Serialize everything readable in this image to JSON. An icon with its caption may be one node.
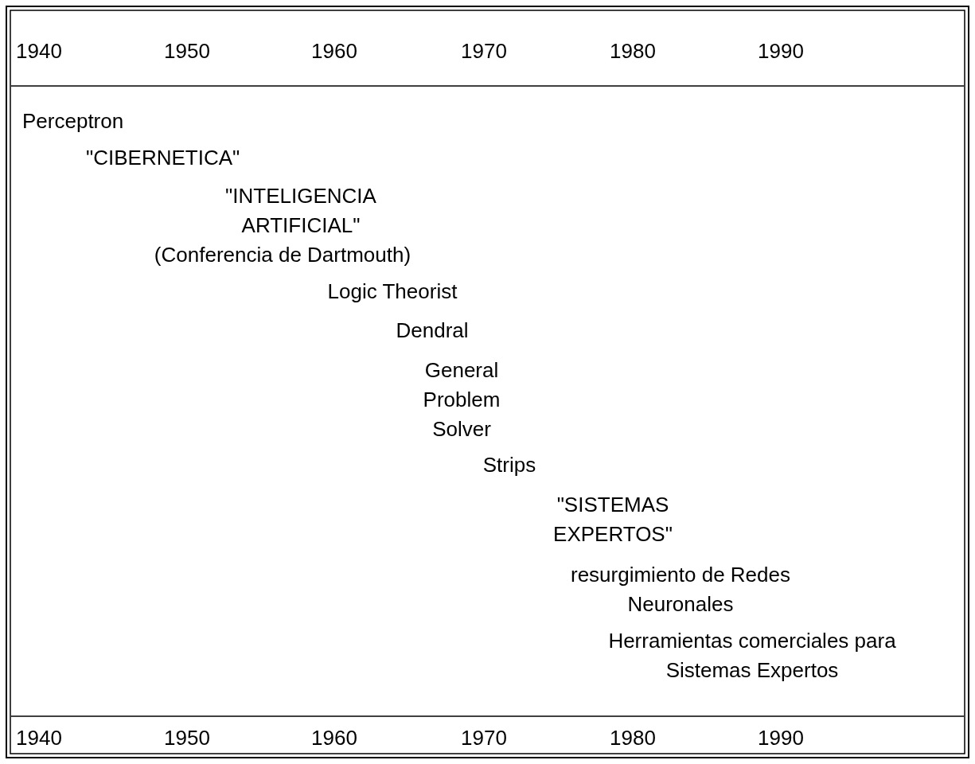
{
  "diagram": {
    "labels": [
      "1940",
      "1950",
      "1960",
      "1970",
      "1980",
      "1990",
      "Perceptron",
      "\"CIBERNETICA\"",
      "\"INTELIGENCIA ARTIFICIAL\"",
      "(Conferencia de Dartmouth)",
      "Logic Theorist",
      "Dendral",
      "General Problem Solver",
      "Strips",
      "\"SISTEMAS EXPERTOS\"",
      "resurgimiento de Redes Neuronales",
      "Herramientas comerciales para Sistemas Expertos",
      "1940",
      "1950",
      "1960",
      "1970",
      "1980",
      "1990"
    ]
  }
}
